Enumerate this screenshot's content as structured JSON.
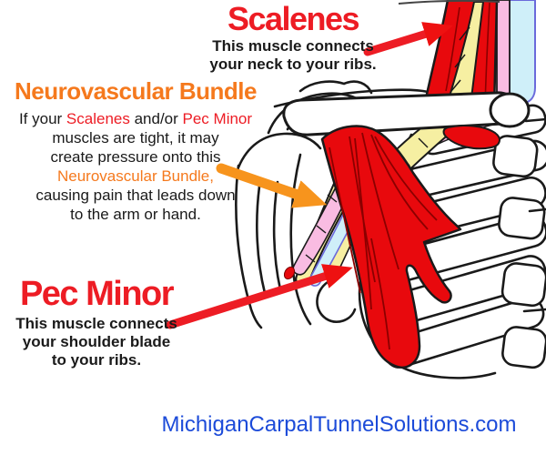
{
  "colors": {
    "muscle_red": "#E8090D",
    "accent_red": "#ED1C24",
    "heading_orange": "#F5791D",
    "arrow_orange": "#F7941D",
    "nerve_yellow": "#F6EFA2",
    "artery_pink": "#F9BCE2",
    "vein_blue": "#CFEFF9",
    "vein_outline": "#6A6ADB",
    "outline_ink": "#1A1A1A",
    "link_blue": "#1C4BD9"
  },
  "scalenes": {
    "title": "Scalenes",
    "desc_line1": "This muscle connects",
    "desc_line2": "your neck to your ribs."
  },
  "neurovascular": {
    "title": "Neurovascular Bundle",
    "line1_seg1": "If your ",
    "line1_seg2": "Scalenes",
    "line1_seg3": " and/or ",
    "line1_seg4": "Pec Minor",
    "line2": "muscles are tight, it may",
    "line3": "create pressure onto this",
    "line4": "Neurovascular Bundle,",
    "line5": "causing pain that leads down",
    "line6": "to the arm or hand."
  },
  "pec_minor": {
    "title": "Pec Minor",
    "desc_line1": "This muscle connects",
    "desc_line2": "your shoulder blade",
    "desc_line3": "to your ribs."
  },
  "footer": {
    "website": "MichiganCarpalTunnelSolutions.com"
  }
}
